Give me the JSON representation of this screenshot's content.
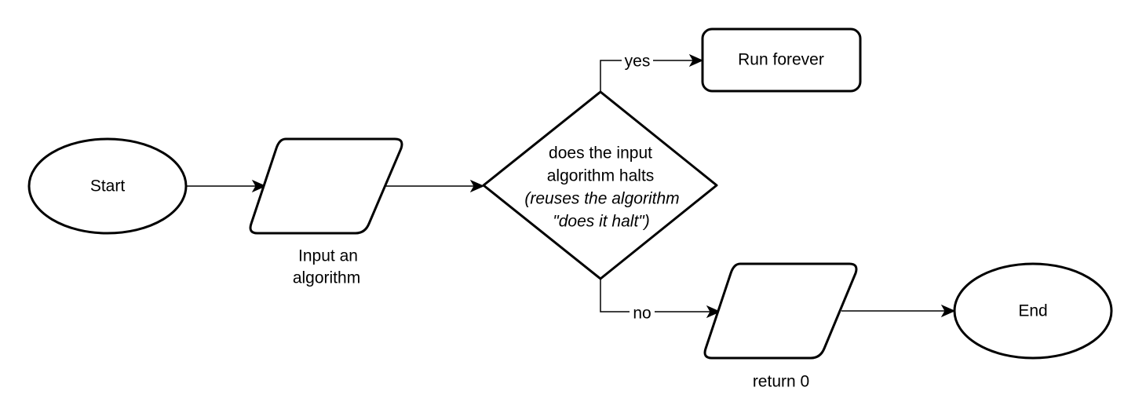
{
  "nodes": {
    "start": {
      "label": "Start"
    },
    "input": {
      "caption_line1": "Input an",
      "caption_line2": "algorithm"
    },
    "decision": {
      "line1": "does the input",
      "line2": "algorithm halts",
      "line3": "(reuses the algorithm",
      "line4": "\"does it halt\")"
    },
    "run_forever": {
      "label": "Run forever"
    },
    "return_zero": {
      "caption": "return 0"
    },
    "end": {
      "label": "End"
    }
  },
  "edges": {
    "yes_label": "yes",
    "no_label": "no"
  }
}
